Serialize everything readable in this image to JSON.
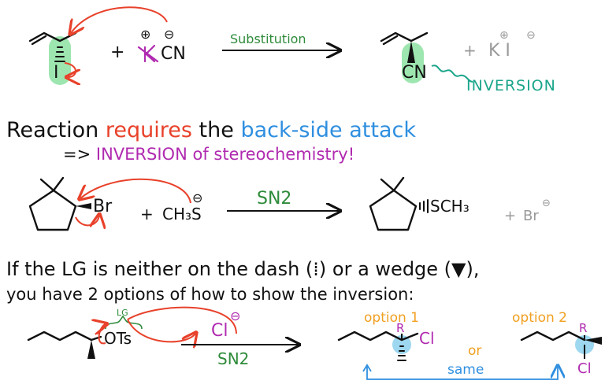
{
  "colors": {
    "ink": "#111111",
    "arrow_red": "#e8412a",
    "green_label": "#2e8b3a",
    "teal": "#1aa58a",
    "highlight_green": "#9ee6b0",
    "highlight_blue": "#9ed8f0",
    "purple": "#b02ab0",
    "blue": "#2f8fe0",
    "orange": "#f0a020",
    "gray": "#9a9a9a"
  },
  "reaction1": {
    "leaving_group": "I",
    "plus": "+",
    "cation_charge": "⊕",
    "anion_charge": "⊖",
    "nucleophile": "CN",
    "arrow_label": "Substitution",
    "product_group": "CN",
    "byproduct_plus": "+",
    "byproduct": "K  I",
    "byproduct_k_charge": "⊕",
    "byproduct_i_charge": "⊖",
    "inversion_label": "INVERSION"
  },
  "statement": {
    "w1": "Reaction",
    "w2": "requires",
    "w3": "the",
    "w4": "back-side attack",
    "w5": "=>",
    "w6": "INVERSION",
    "w7": "of stereochemistry!"
  },
  "reaction2": {
    "leaving_group": "Br",
    "plus": "+",
    "nucleophile": "CH₃S",
    "nucleophile_charge": "⊖",
    "arrow_label": "SN2",
    "product_group": "SCH₃",
    "byproduct_plus": "+",
    "byproduct": "Br",
    "byproduct_charge": "⊖"
  },
  "explanation": {
    "line1": "If the LG is neither on the dash (⁞) or a wedge (▼),",
    "line2": "you have 2 options of how to show the inversion:"
  },
  "reaction3": {
    "lg_bracket_label": "LG",
    "leaving_group": "OTs",
    "nucleophile": "Cl",
    "nucleophile_charge": "⊖",
    "arrow_label": "SN2",
    "option1_label": "option 1",
    "option2_label": "option 2",
    "r_label_1": "R",
    "cl_label_1": "Cl",
    "or_label": "or",
    "r_label_2": "R",
    "cl_label_2": "Cl",
    "same_label": "same"
  }
}
